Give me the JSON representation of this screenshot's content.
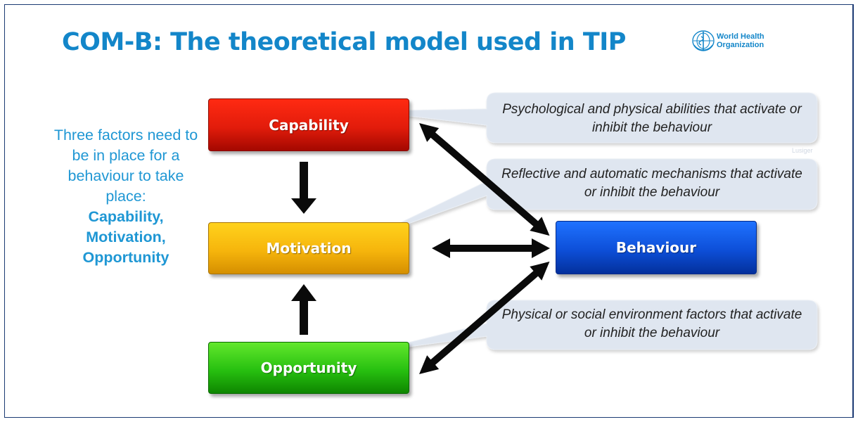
{
  "slide": {
    "title": "COM-B: The theoretical model used in TIP",
    "logo": {
      "icon": "who-emblem-icon",
      "name": "World Health\nOrganization"
    },
    "intro_text": "Three factors need to be in place for a behaviour to take place:",
    "intro_bold": "Capability, Motivation, Opportunity",
    "watermark": "Lusiger"
  },
  "diagram": {
    "nodes": {
      "capability": "Capability",
      "motivation": "Motivation",
      "opportunity": "Opportunity",
      "behaviour": "Behaviour"
    },
    "callouts": {
      "capability": "Psychological and physical abilities that activate or inhibit the behaviour",
      "motivation": "Reflective and automatic mechanisms that activate or inhibit the behaviour",
      "opportunity": "Physical or social environment factors that activate or inhibit the behaviour"
    },
    "edges": [
      {
        "from": "capability",
        "to": "motivation",
        "direction": "one-way"
      },
      {
        "from": "opportunity",
        "to": "motivation",
        "direction": "one-way"
      },
      {
        "from": "motivation",
        "to": "behaviour",
        "direction": "two-way"
      },
      {
        "from": "capability",
        "to": "behaviour",
        "direction": "two-way"
      },
      {
        "from": "opportunity",
        "to": "behaviour",
        "direction": "two-way"
      }
    ],
    "colors": {
      "capability": "#e21c0b",
      "motivation": "#f6b50c",
      "opportunity": "#27c010",
      "behaviour": "#0d4fd8",
      "callout_fill": "#dfe6f0",
      "title": "#1386c9",
      "intro_text": "#1f97d4"
    }
  }
}
